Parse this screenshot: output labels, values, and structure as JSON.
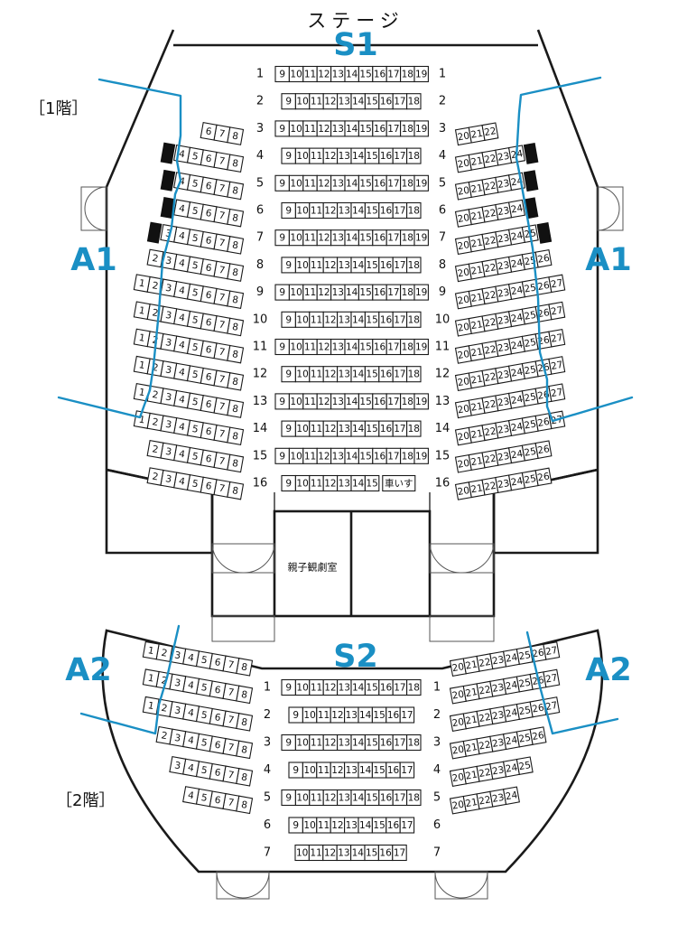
{
  "stage_label": "ステージ",
  "floor1_label": "［1階］",
  "floor2_label": "［2階］",
  "room_label": "親子観劇室",
  "wheelchair_label": "車いす",
  "zones": [
    {
      "label": "S1"
    },
    {
      "label": "A1"
    },
    {
      "label": "A1"
    },
    {
      "label": "S2"
    },
    {
      "label": "A2"
    },
    {
      "label": "A2"
    }
  ],
  "colors": {
    "zone_accent": "#1a8fc4",
    "line": "#1a1a1a",
    "blocked_seat": "#111111"
  },
  "floor1_rows": [
    {
      "row": 1,
      "center": [
        9,
        19
      ],
      "left": [],
      "left_black": false,
      "right": []
    },
    {
      "row": 2,
      "center": [
        9,
        18
      ],
      "left": [
        6,
        8
      ],
      "left_black": false,
      "right": [
        20,
        22
      ],
      "right_black": false
    },
    {
      "row": 3,
      "center": [
        9,
        19
      ],
      "left": [
        4,
        8
      ],
      "left_black": true,
      "right": [
        20,
        24
      ],
      "right_black": true
    },
    {
      "row": 4,
      "center": [
        9,
        18
      ],
      "left": [
        4,
        8
      ],
      "left_black": true,
      "right": [
        20,
        24
      ],
      "right_black": true
    },
    {
      "row": 5,
      "center": [
        9,
        19
      ],
      "left": [
        4,
        8
      ],
      "left_black": true,
      "right": [
        20,
        24
      ],
      "right_black": true
    },
    {
      "row": 6,
      "center": [
        9,
        18
      ],
      "left": [
        3,
        8
      ],
      "left_black": true,
      "right": [
        20,
        25
      ],
      "right_black": true
    },
    {
      "row": 7,
      "center": [
        9,
        19
      ],
      "left": [
        2,
        8
      ],
      "left_black": false,
      "right": [
        20,
        26
      ],
      "right_black": false
    },
    {
      "row": 8,
      "center": [
        9,
        18
      ],
      "left": [
        1,
        8
      ],
      "left_black": false,
      "right": [
        20,
        27
      ],
      "right_black": false
    },
    {
      "row": 9,
      "center": [
        9,
        19
      ],
      "left": [
        1,
        8
      ],
      "left_black": false,
      "right": [
        20,
        27
      ],
      "right_black": false
    },
    {
      "row": 10,
      "center": [
        9,
        18
      ],
      "left": [
        1,
        8
      ],
      "left_black": false,
      "right": [
        20,
        27
      ],
      "right_black": false
    },
    {
      "row": 11,
      "center": [
        9,
        19
      ],
      "left": [
        1,
        8
      ],
      "left_black": false,
      "right": [
        20,
        27
      ],
      "right_black": false
    },
    {
      "row": 12,
      "center": [
        9,
        18
      ],
      "left": [
        1,
        8
      ],
      "left_black": false,
      "right": [
        20,
        27
      ],
      "right_black": false
    },
    {
      "row": 13,
      "center": [
        9,
        19
      ],
      "left": [
        1,
        8
      ],
      "left_black": false,
      "right": [
        20,
        27
      ],
      "right_black": false
    },
    {
      "row": 14,
      "center": [
        9,
        18
      ],
      "left": [
        2,
        8
      ],
      "left_black": false,
      "right": [
        20,
        26
      ],
      "right_black": false
    },
    {
      "row": 15,
      "center": [
        9,
        19
      ],
      "left": [
        2,
        8
      ],
      "left_black": false,
      "right": [
        20,
        26
      ],
      "right_black": false
    },
    {
      "row": 16,
      "center": [
        9,
        15
      ],
      "left": [],
      "left_black": false,
      "right": [],
      "wheelchair": true
    }
  ],
  "floor2_rows": [
    {
      "row": 1,
      "center": [
        9,
        18
      ],
      "left": [
        1,
        8
      ],
      "right": [
        20,
        27
      ]
    },
    {
      "row": 2,
      "center": [
        9,
        17
      ],
      "left": [
        1,
        8
      ],
      "right": [
        20,
        27
      ]
    },
    {
      "row": 3,
      "center": [
        9,
        18
      ],
      "left": [
        1,
        8
      ],
      "right": [
        20,
        27
      ]
    },
    {
      "row": 4,
      "center": [
        9,
        17
      ],
      "left": [
        2,
        8
      ],
      "right": [
        20,
        26
      ]
    },
    {
      "row": 5,
      "center": [
        9,
        18
      ],
      "left": [
        3,
        8
      ],
      "right": [
        20,
        25
      ]
    },
    {
      "row": 6,
      "center": [
        9,
        17
      ],
      "left": [
        4,
        8
      ],
      "right": [
        20,
        24
      ]
    },
    {
      "row": 7,
      "center": [
        10,
        17
      ],
      "left": [],
      "right": []
    }
  ]
}
